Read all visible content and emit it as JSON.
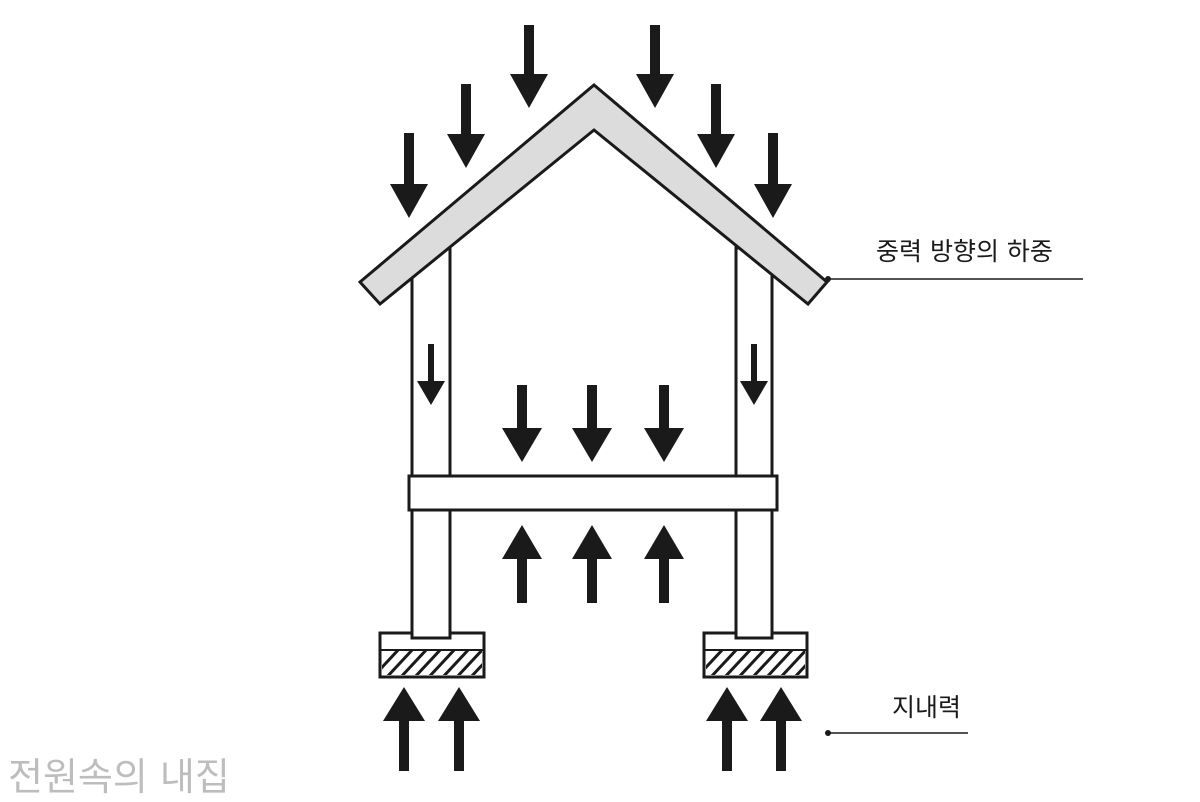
{
  "diagram": {
    "labels": {
      "gravity_load": "중력 방향의 하중",
      "bearing_capacity": "지내력"
    },
    "watermark": "전원속의 내집",
    "colors": {
      "stroke": "#1a1a1a",
      "arrow": "#1a1a1a",
      "roof_fill": "#dcdcdc",
      "beam_fill": "#ffffff",
      "hatch": "#1a1a1a",
      "label_text": "#1a1a1a",
      "watermark": "#bdbdbd"
    }
  }
}
